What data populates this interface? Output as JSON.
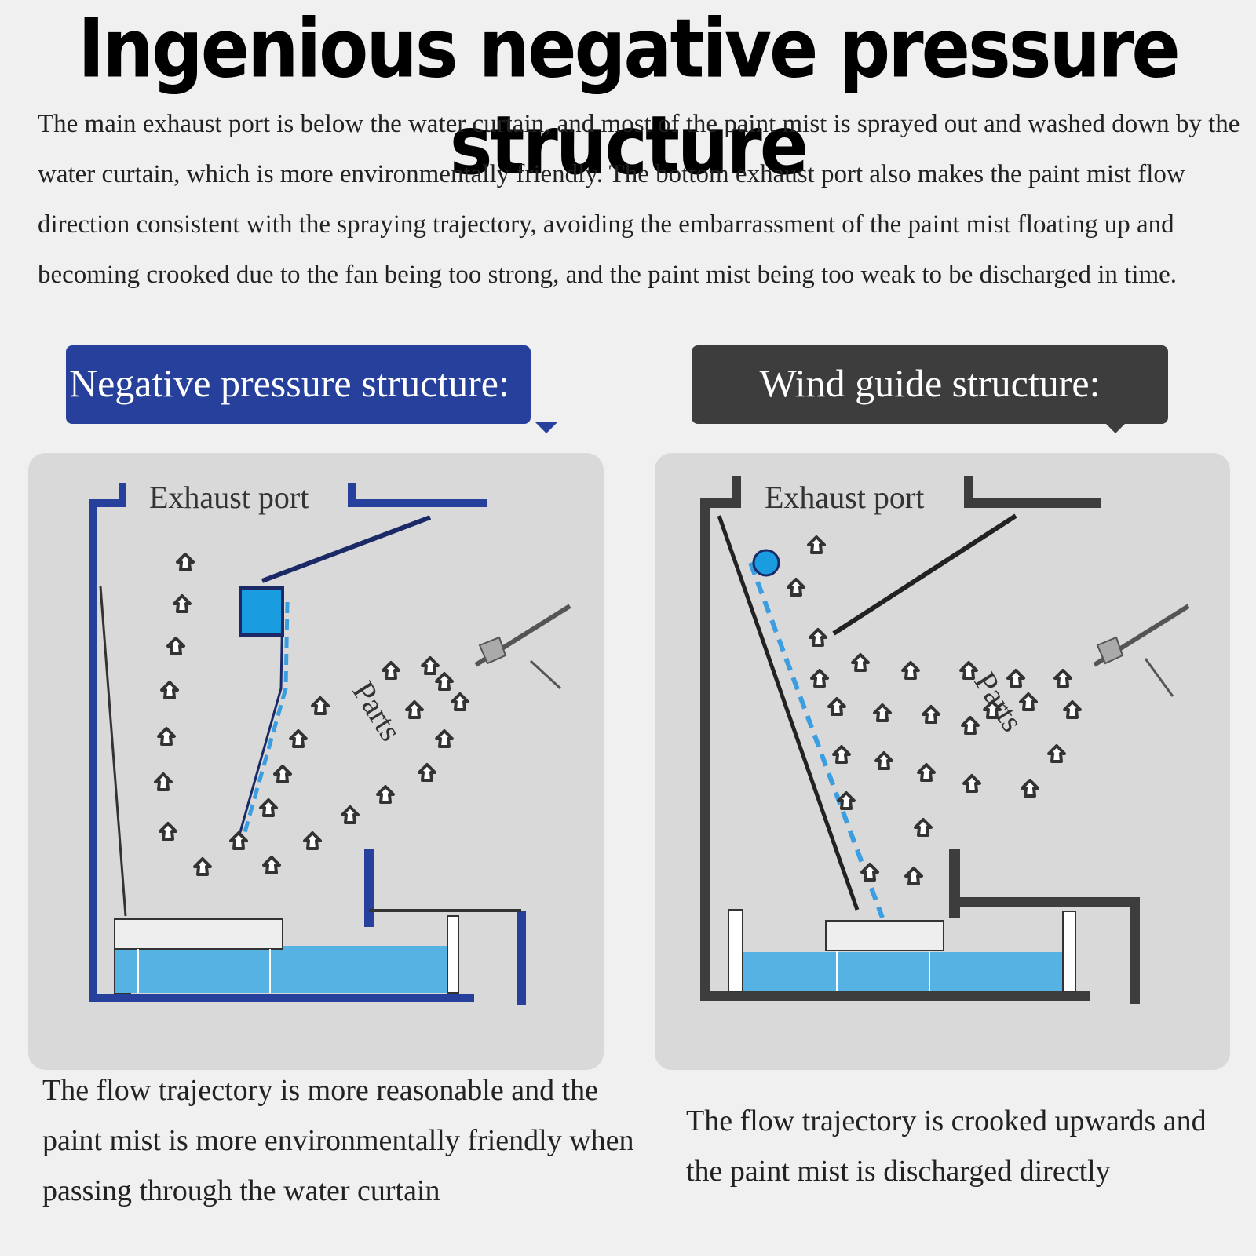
{
  "headline": "Ingenious negative pressure structure",
  "intro": "The main exhaust port is below the water curtain, and most of the paint mist is sprayed out and washed down by the water curtain, which is more environmentally friendly. The bottom exhaust port also makes the paint mist flow direction consistent with the spraying trajectory, avoiding the embarrassment of the paint mist floating up and becoming crooked due to the fan being too strong, and the paint mist being too weak to be discharged in time.",
  "left": {
    "tag": "Negative pressure structure:",
    "exhaust_label": "Exhaust port",
    "parts_label": "Parts",
    "caption": "The flow trajectory is more reasonable and the paint mist is more environmentally friendly when passing through the water curtain",
    "color": "#26409b"
  },
  "right": {
    "tag": "Wind guide structure:",
    "exhaust_label": "Exhaust port",
    "parts_label": "Parts",
    "caption": "The flow trajectory is crooked upwards and the paint mist is discharged directly",
    "color": "#3d3d3d"
  },
  "colors": {
    "water": "#56b2e3",
    "water_dash": "#3a9ee0",
    "panel_bg": "#d9d9d9"
  },
  "icons": {
    "mist": "mist-puff-icon",
    "spray_gun": "spray-gun-icon"
  }
}
